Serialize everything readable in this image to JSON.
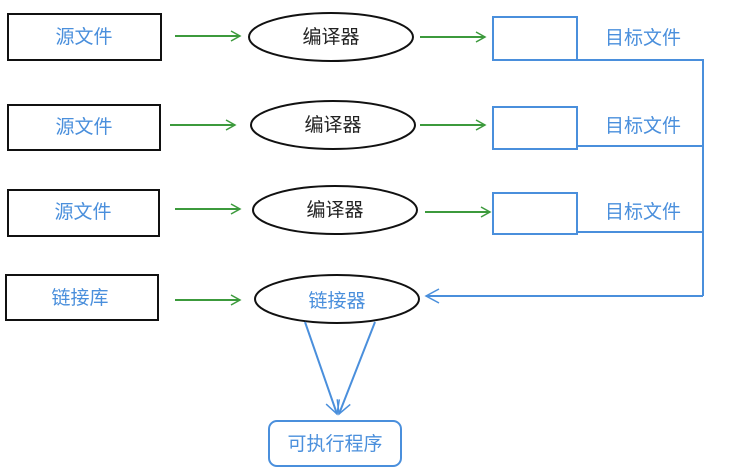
{
  "sources": [
    {
      "label": "源文件"
    },
    {
      "label": "源文件"
    },
    {
      "label": "源文件"
    }
  ],
  "library": {
    "label": "链接库"
  },
  "compilers": [
    {
      "label": "编译器"
    },
    {
      "label": "编译器"
    },
    {
      "label": "编译器"
    }
  ],
  "linker": {
    "label": "链接器"
  },
  "targets": [
    {
      "label": "目标文件"
    },
    {
      "label": "目标文件"
    },
    {
      "label": "目标文件"
    }
  ],
  "executable": {
    "label": "可执行程序"
  },
  "colors": {
    "arrow_green": "#3c9a3c",
    "blue": "#4a8fdc",
    "outline": "#111111"
  }
}
